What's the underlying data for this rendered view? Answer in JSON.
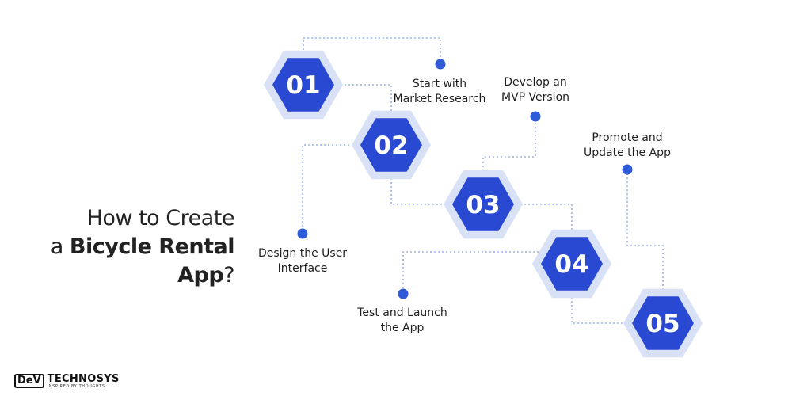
{
  "title": {
    "line1": "How to Create",
    "line2_prefix": "a ",
    "line2_bold": "Bicycle Rental",
    "line3_bold": "App",
    "line3_suffix": "?"
  },
  "steps": [
    {
      "number": "01",
      "label_line1": "Start with",
      "label_line2": "Market Research"
    },
    {
      "number": "02",
      "label_line1": "Design the User",
      "label_line2": "Interface"
    },
    {
      "number": "03",
      "label_line1": "Develop an",
      "label_line2": "MVP Version"
    },
    {
      "number": "04",
      "label_line1": "Test and Launch",
      "label_line2": "the App"
    },
    {
      "number": "05",
      "label_line1": "Promote and",
      "label_line2": "Update the App"
    }
  ],
  "logo": {
    "badge": "DeV",
    "name": "TECHNOSYS",
    "tagline": "INSPIRED BY THOUGHTS"
  },
  "colors": {
    "hex_fill": "#2a49d3",
    "hex_ring": "#d9e1f7",
    "dot": "#2f5ad8",
    "connector": "#9db2e8"
  }
}
